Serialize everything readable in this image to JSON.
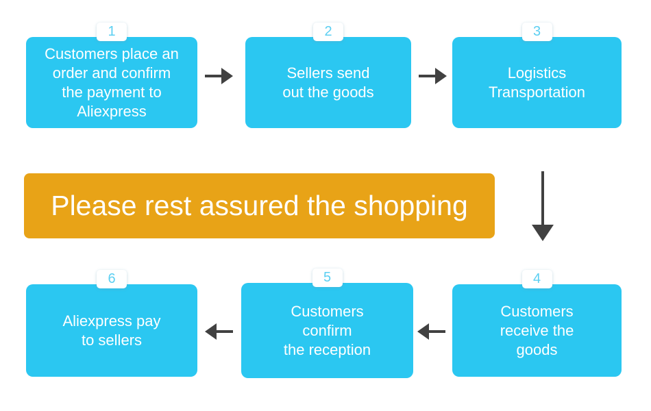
{
  "colors": {
    "box_fill": "#2BC7F1",
    "box_text": "#FFFFFF",
    "tab_fill": "#FFFFFF",
    "tab_number": "#5BCFF2",
    "banner_fill": "#E8A317",
    "arrow": "#414141"
  },
  "banner": {
    "text": "Please rest assured the shopping"
  },
  "flow": {
    "top_row_direction": "right",
    "bottom_row_direction": "left",
    "connector_direction": "down"
  },
  "steps": [
    {
      "number": "1",
      "lines": [
        "Customers place an",
        "order and confirm",
        "the payment to",
        "Aliexpress"
      ]
    },
    {
      "number": "2",
      "lines": [
        "Sellers send",
        "out the goods"
      ]
    },
    {
      "number": "3",
      "lines": [
        "Logistics",
        "Transportation"
      ]
    },
    {
      "number": "4",
      "lines": [
        "Customers",
        "receive the",
        "goods"
      ]
    },
    {
      "number": "5",
      "lines": [
        "Customers",
        "confirm",
        "the reception"
      ]
    },
    {
      "number": "6",
      "lines": [
        "Aliexpress pay",
        "to sellers"
      ]
    }
  ]
}
